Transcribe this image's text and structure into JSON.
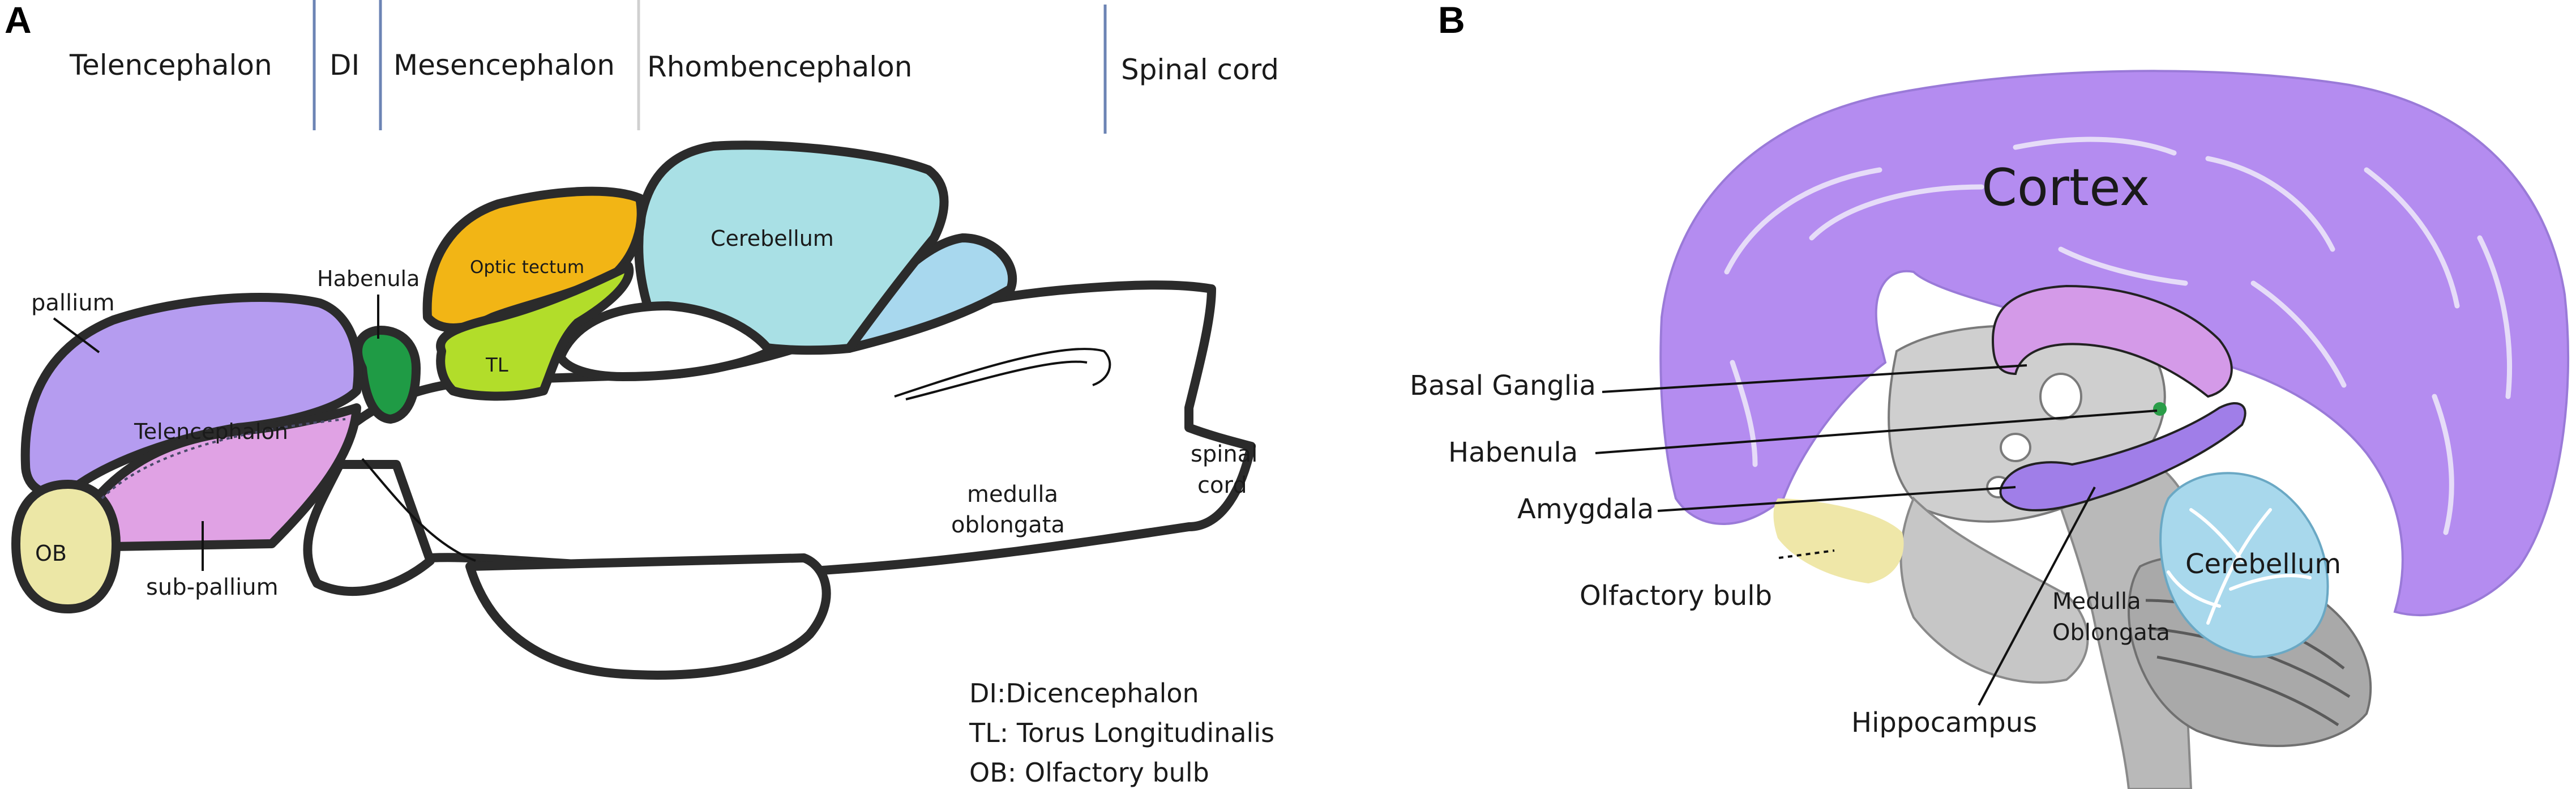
{
  "panel_a": {
    "letter": "A",
    "header": {
      "telencephalon": "Telencephalon",
      "di": "DI",
      "mesencephalon": "Mesencephalon",
      "rhombencephalon": "Rhombencephalon",
      "spinal_cord": "Spinal cord"
    },
    "labels": {
      "pallium": "pallium",
      "telencephalon": "Telencephalon",
      "ob": "OB",
      "sub_pallium": "sub-pallium",
      "habenula": "Habenula",
      "optic_tectum": "Optic tectum",
      "tl": "TL",
      "cerebellum": "Cerebellum",
      "medulla_line1": "medulla",
      "medulla_line2": "oblongata",
      "spinal_line1": "spinal",
      "spinal_line2": "cord"
    },
    "legend": {
      "line1": "DI:Dicencephalon",
      "line2": "TL: Torus Longitudinalis",
      "line3": "OB: Olfactory bulb"
    },
    "colors": {
      "pallium": "#b59cf0",
      "sub_pallium": "#e0a2e4",
      "olfactory_bulb": "#ece7a6",
      "habenula": "#1f9b45",
      "optic_tectum": "#f2b515",
      "torus_longitudinalis": "#b2dd2a",
      "cerebellum": "#a9e0e5",
      "cerebellum_posterior": "#a8d8ee"
    }
  },
  "panel_b": {
    "letter": "B",
    "labels": {
      "cortex": "Cortex",
      "basal_ganglia": "Basal Ganglia",
      "habenula": "Habenula",
      "amygdala": "Amygdala",
      "olfactory_bulb": "Olfactory bulb",
      "medulla_line1": "Medulla",
      "medulla_line2": "Oblongata",
      "cerebellum": "Cerebellum",
      "hippocampus": "Hippocampus"
    },
    "colors": {
      "cortex": "#b48cf0",
      "basal_ganglia": "#d49ae8",
      "limbic": "#a07ee8",
      "olfactory_bulb": "#efe7a8",
      "cerebellum": "#a8d8ec",
      "habenula": "#2a9d48",
      "brainstem": "#b9b9b9"
    }
  }
}
